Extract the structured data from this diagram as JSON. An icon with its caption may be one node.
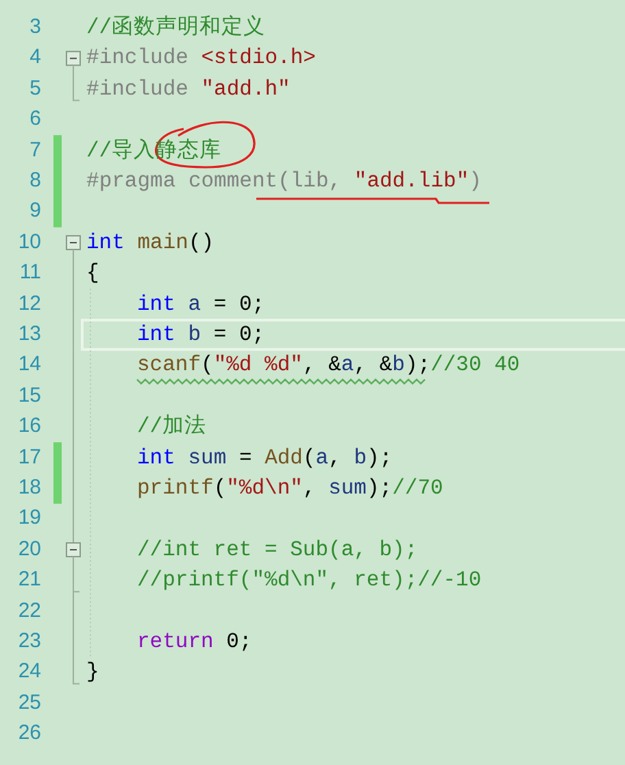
{
  "diagram": {
    "labels": [
      "3",
      "//函数声明和定义",
      "4",
      "#include <stdio.h>",
      "5",
      "#include \"add.h\"",
      "6",
      "7",
      "//导入静态库",
      "8",
      "#pragma comment(lib, \"add.lib\")",
      "9",
      "10",
      "int main()",
      "11",
      "{",
      "12",
      "int a = 0;",
      "13",
      "int b = 0;",
      "14",
      "scanf(\"%d %d\", &a, &b);//30 40",
      "15",
      "16",
      "//加法",
      "17",
      "int sum = Add(a, b);",
      "18",
      "printf(\"%d\\n\", sum);//70",
      "19",
      "20",
      "//int ret = Sub(a, b);",
      "21",
      "//printf(\"%d\\n\", ret);//-10",
      "22",
      "23",
      "return 0;",
      "24",
      "}",
      "25",
      "26"
    ]
  }
}
